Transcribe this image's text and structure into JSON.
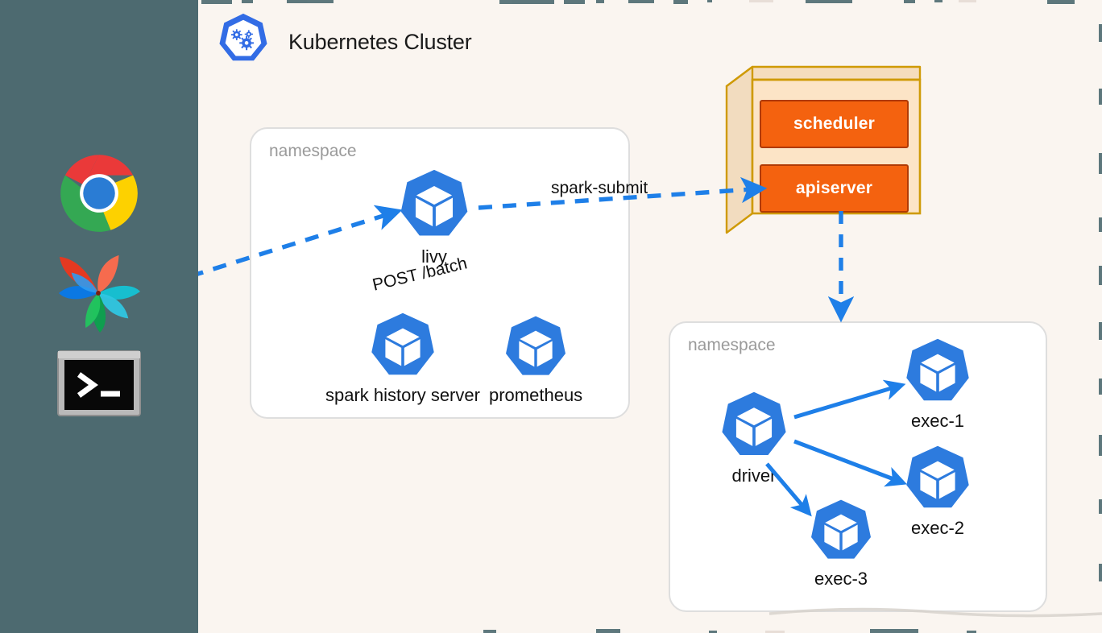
{
  "canvas": {
    "background": "#faf5f0",
    "sidebar_background": "#4d6a70",
    "accent_blue": "#2d7bde",
    "accent_orange": "#f4620f",
    "control_plane_fill": "#fce3c4",
    "control_plane_border": "#cf9a06"
  },
  "sidebar": {
    "icons": [
      {
        "name": "chrome-icon",
        "label": "Google Chrome"
      },
      {
        "name": "airflow-icon",
        "label": "Apache Airflow"
      },
      {
        "name": "terminal-icon",
        "label": "Terminal",
        "prompt": ">_"
      }
    ]
  },
  "cluster": {
    "title": "Kubernetes Cluster",
    "logo": "kubernetes-icon"
  },
  "namespaces": [
    {
      "id": "ns-left",
      "label": "namespace",
      "pods": [
        {
          "id": "livy",
          "label": "livy"
        },
        {
          "id": "spark-history-server",
          "label": "spark history server"
        },
        {
          "id": "prometheus",
          "label": "prometheus"
        }
      ]
    },
    {
      "id": "ns-right",
      "label": "namespace",
      "pods": [
        {
          "id": "driver",
          "label": "driver"
        },
        {
          "id": "exec-1",
          "label": "exec-1"
        },
        {
          "id": "exec-2",
          "label": "exec-2"
        },
        {
          "id": "exec-3",
          "label": "exec-3"
        }
      ]
    }
  ],
  "control_plane": {
    "services": [
      {
        "id": "scheduler",
        "label": "scheduler"
      },
      {
        "id": "apiserver",
        "label": "apiserver"
      }
    ]
  },
  "edges": [
    {
      "id": "client-to-livy",
      "label": "POST /batch",
      "style": "dashed",
      "color": "#1e7fe8",
      "from": "client",
      "to": "livy"
    },
    {
      "id": "livy-to-apiserver",
      "label": "spark-submit",
      "style": "dashed",
      "color": "#1e7fe8",
      "from": "livy",
      "to": "apiserver"
    },
    {
      "id": "apiserver-to-namespace",
      "label": "",
      "style": "dashed",
      "color": "#1e7fe8",
      "from": "apiserver",
      "to": "ns-right"
    },
    {
      "id": "driver-to-exec-1",
      "label": "",
      "style": "solid",
      "color": "#1e7fe8",
      "from": "driver",
      "to": "exec-1"
    },
    {
      "id": "driver-to-exec-2",
      "label": "",
      "style": "solid",
      "color": "#1e7fe8",
      "from": "driver",
      "to": "exec-2"
    },
    {
      "id": "driver-to-exec-3",
      "label": "",
      "style": "solid",
      "color": "#1e7fe8",
      "from": "driver",
      "to": "exec-3"
    }
  ]
}
